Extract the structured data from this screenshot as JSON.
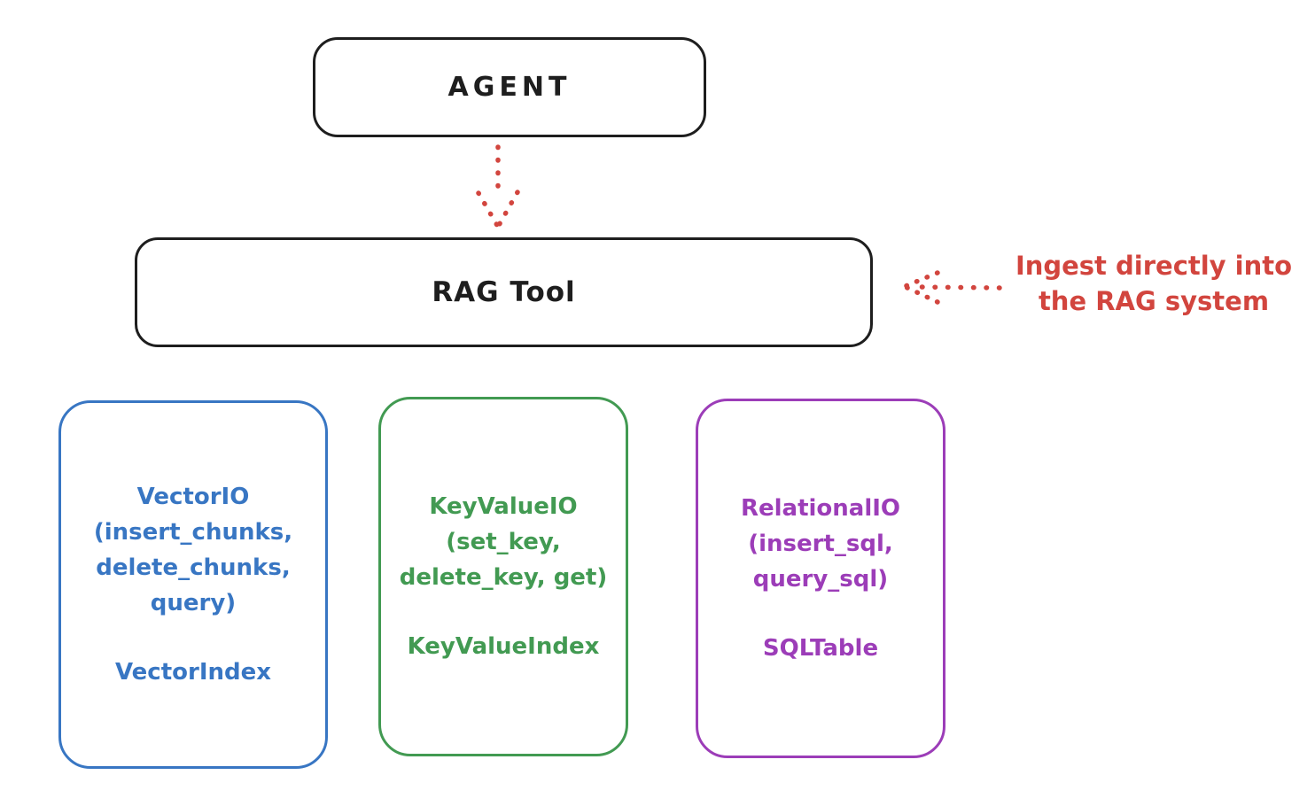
{
  "diagram": {
    "colors": {
      "ink": "#1e1e1e",
      "red": "#d2453e",
      "blue": "#3876c3",
      "green": "#429a52",
      "purple": "#9c3db8"
    },
    "agent": {
      "label": "AGENT"
    },
    "rag_tool": {
      "label": "RAG Tool"
    },
    "ingest_note": {
      "line1": "Ingest directly into",
      "line2": "the RAG system"
    },
    "stores": [
      {
        "title_lines": [
          "VectorIO",
          "(insert_chunks,",
          "delete_chunks,",
          "query)"
        ],
        "index_label": "VectorIndex",
        "color": "#3876c3"
      },
      {
        "title_lines": [
          "KeyValueIO",
          "(set_key,",
          "delete_key, get)"
        ],
        "index_label": "KeyValueIndex",
        "color": "#429a52"
      },
      {
        "title_lines": [
          "RelationalIO",
          "(insert_sql,",
          "query_sql)"
        ],
        "index_label": "SQLTable",
        "color": "#9c3db8"
      }
    ]
  }
}
